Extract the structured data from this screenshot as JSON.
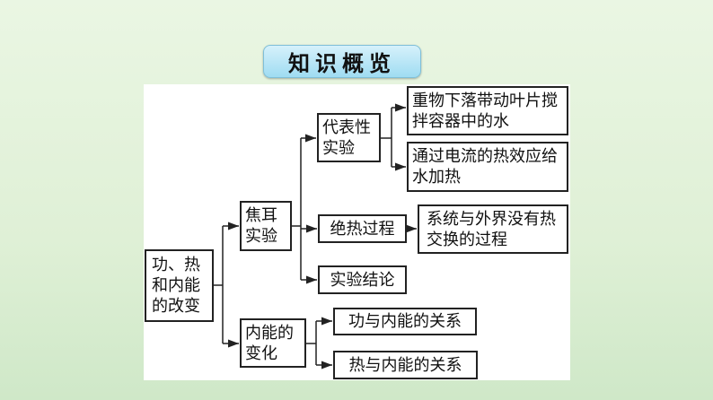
{
  "title": "知识概览",
  "nodes": {
    "root": "功、热和内能的改变",
    "joule": "焦耳实验",
    "internal": "内能的变化",
    "representative": "代表性实验",
    "adiabatic": "绝热过程",
    "conclusion": "实验结论",
    "exp1": "重物下落带动叶片搅拌容器中的水",
    "exp2": "通过电流的热效应给水加热",
    "adiabatic_def": "系统与外界没有热交换的过程",
    "work_rel": "功与内能的关系",
    "heat_rel": "热与内能的关系"
  }
}
